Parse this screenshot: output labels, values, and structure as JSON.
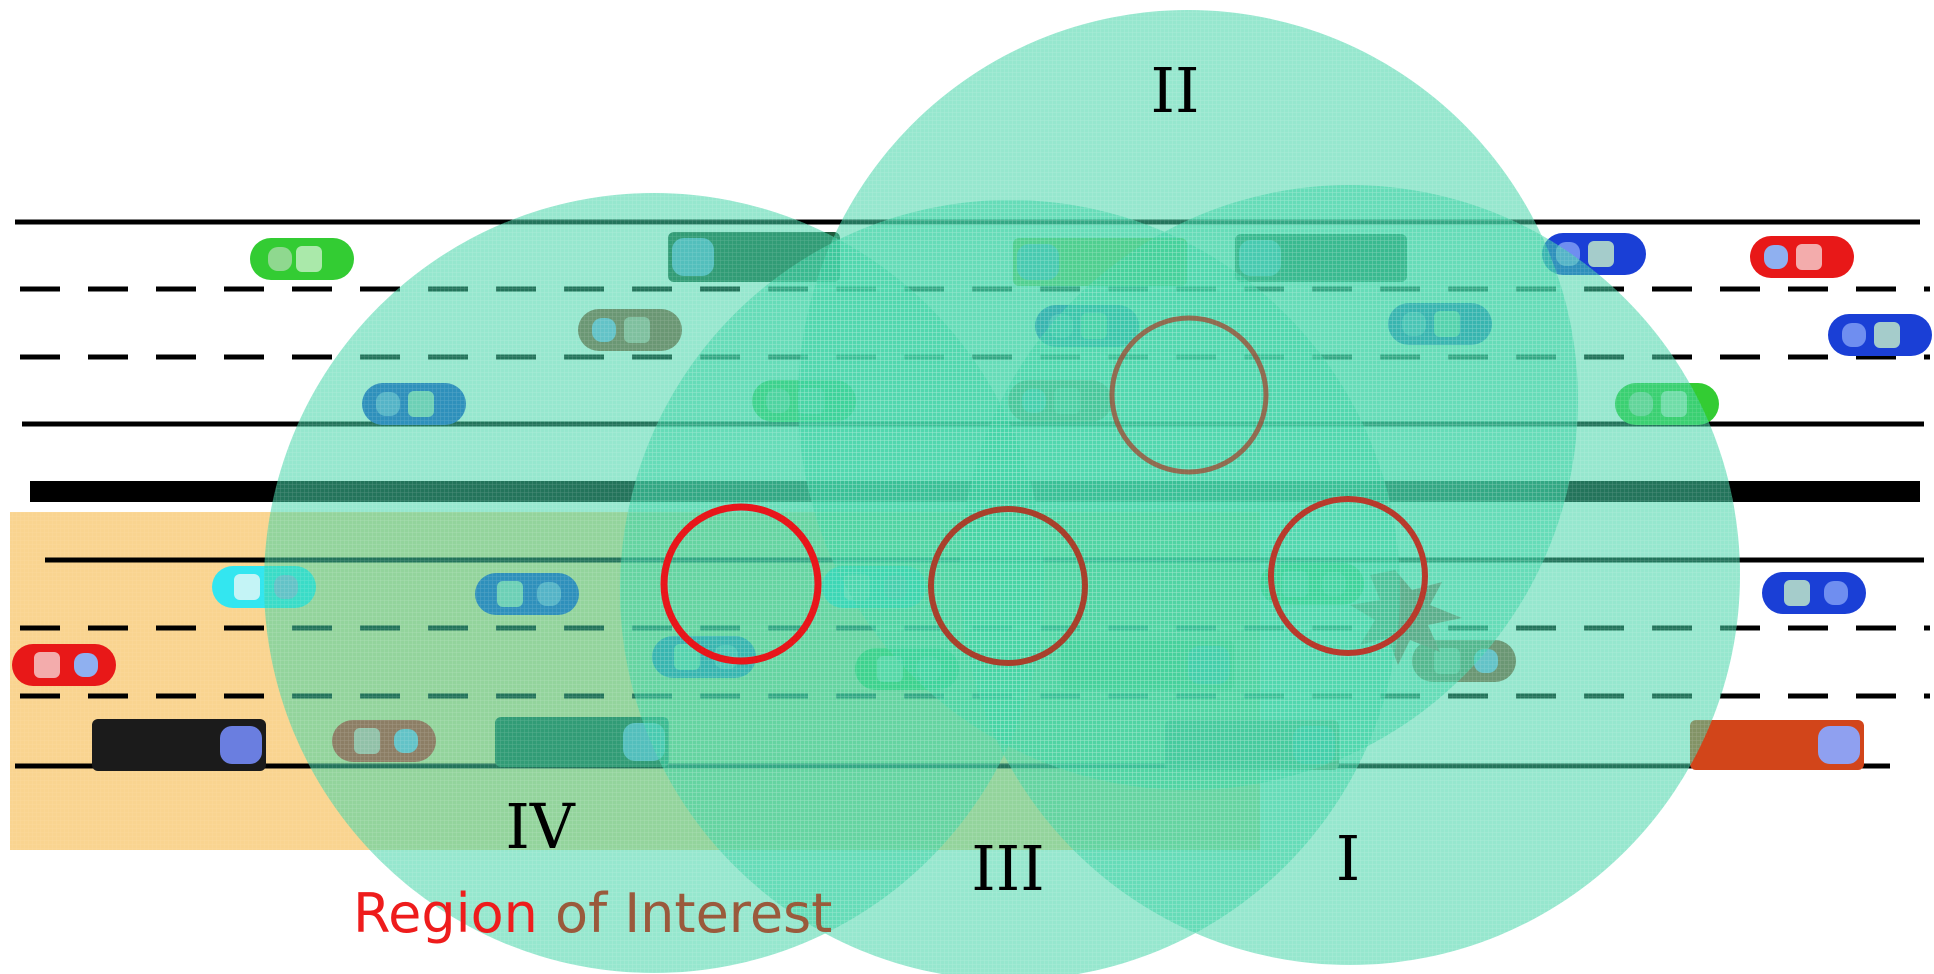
{
  "zones": [
    {
      "id": "I",
      "label": "I"
    },
    {
      "id": "II",
      "label": "II"
    },
    {
      "id": "III",
      "label": "III"
    },
    {
      "id": "IV",
      "label": "IV"
    }
  ],
  "caption": {
    "part1": "Region",
    "part2": " of Interest"
  },
  "colors": {
    "coverage": "#3fd3a6",
    "region_of_interest": "#f7c66b",
    "roi_circle": "#e8161b",
    "roi_circle_dim": "#a0472f",
    "caption_red": "#ee1c1c",
    "caption_brown": "#9a5a3c",
    "crash": "#c8252a"
  },
  "vehicles": [
    {
      "name": "car",
      "color": "#33cc33"
    },
    {
      "name": "car",
      "color": "#1a3fd6"
    },
    {
      "name": "car",
      "color": "#e81818"
    },
    {
      "name": "car",
      "color": "#9d4e38"
    },
    {
      "name": "car",
      "color": "#33e6f0"
    },
    {
      "name": "van",
      "color": "#1f5a3c"
    },
    {
      "name": "van",
      "color": "#1b1b1b"
    },
    {
      "name": "van",
      "color": "#d2451a"
    },
    {
      "name": "van",
      "color": "#8fbf3a"
    }
  ]
}
